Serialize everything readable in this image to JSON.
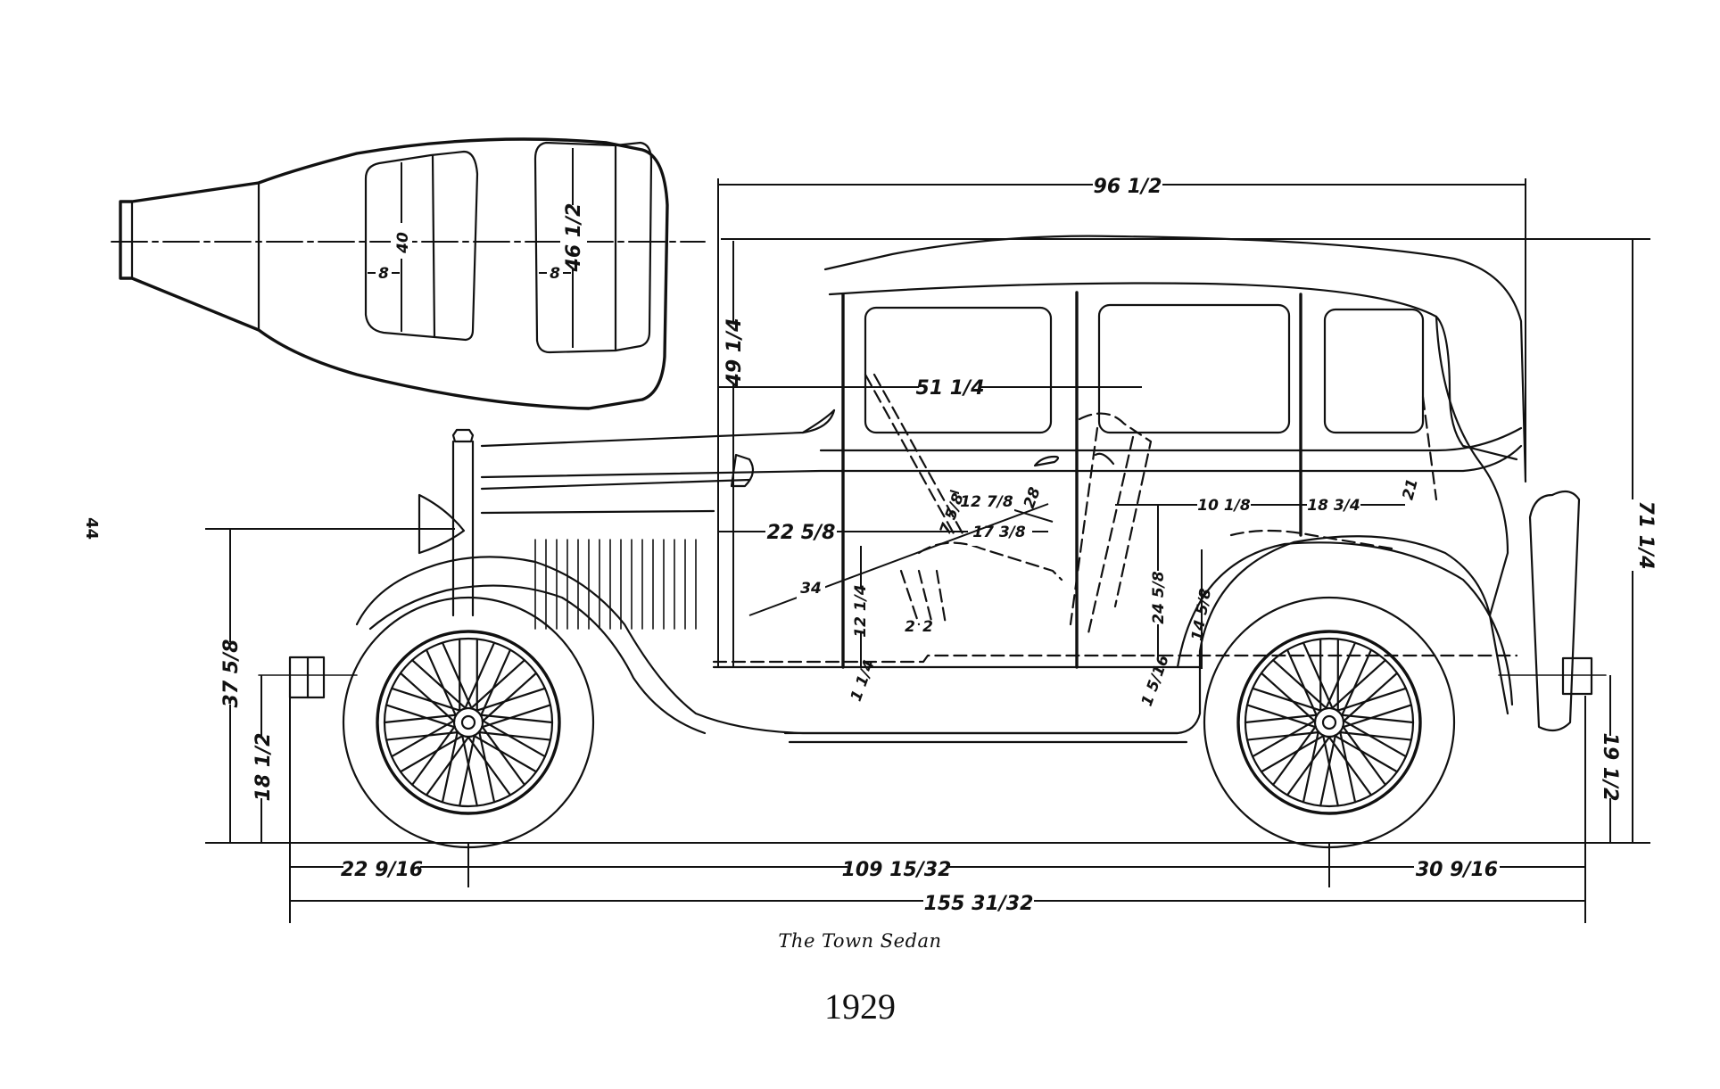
{
  "page": {
    "number": "44",
    "caption": "The Town Sedan",
    "year": "1929"
  },
  "plan_view": {
    "front_seat_width": "40",
    "rear_seat_width": "46 1/2",
    "front_seat_depth": "8",
    "rear_seat_depth": "8"
  },
  "dimensions": {
    "cowl_to_rear": "96 1/2",
    "overall_height": "71 1/4",
    "cowl_height": "49 1/4",
    "cowl_to_rear_seat": "51 1/4",
    "cowl_to_front_seat": "22 5/8",
    "front_seat_cushion": "17 3/8",
    "front_seat_back": "12 7/8",
    "front_seat_height": "7 5/8",
    "steering_wheel": "34",
    "front_headroom": "28",
    "pedal_height": "12 1/4",
    "pedal_spacing_1": "2",
    "pedal_spacing_2": "2",
    "floor_step": "1 1/4",
    "rear_seat_cushion": "10 1/8",
    "rear_legroom": "18 3/4",
    "rear_headroom": "21",
    "rear_seat_height": "24 5/8",
    "rear_floor_step": "1 5/16",
    "rear_fender_height": "14 5/8",
    "front_bumper_height": "37 5/8",
    "front_bumper_center": "18 1/2",
    "rear_bumper_center": "19 1/2",
    "front_overhang": "22 9/16",
    "wheelbase": "109 15/32",
    "rear_overhang": "30 9/16",
    "overall_length": "155 31/32"
  }
}
